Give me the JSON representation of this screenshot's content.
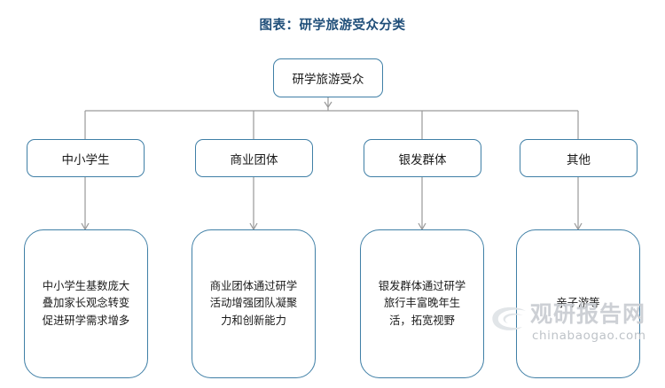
{
  "title": "图表：研学旅游受众分类",
  "colors": {
    "title": "#1f4e79",
    "box_border": "#3f7fa6",
    "connector": "#9a9a9a",
    "text": "#1a1a1a",
    "watermark": "#c9cdd2"
  },
  "diagram": {
    "type": "tree",
    "root": {
      "label": "研学旅游受众"
    },
    "categories": [
      {
        "label": "中小学生",
        "description": "中小学生基数庞大叠加家长观念转变促进研学需求增多"
      },
      {
        "label": "商业团体",
        "description": "商业团体通过研学活动增强团队凝聚力和创新能力"
      },
      {
        "label": "银发群体",
        "description": "银发群体通过研学旅行丰富晚年生活，拓宽视野"
      },
      {
        "label": "其他",
        "description": "亲子游等"
      }
    ]
  },
  "watermark": {
    "name": "观研报告网",
    "url": "chinabaogao.com",
    "logo_icon": "spiral-eye-logo-icon"
  }
}
